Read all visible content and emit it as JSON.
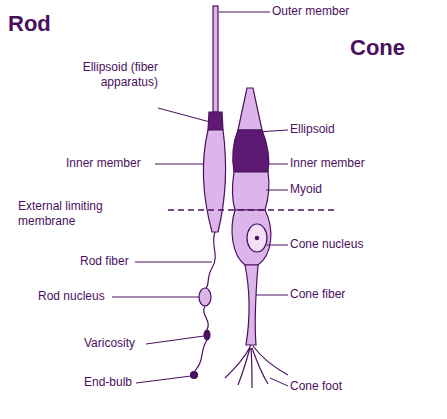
{
  "diagram": {
    "labels": [
      "Rod",
      "Outer member",
      "Ellipsoid (fiber apparatus)",
      "Cone",
      "Ellipsoid",
      "Inner member",
      "Inner member",
      "Myoid",
      "External limiting membrane",
      "Cone nucleus",
      "Rod fiber",
      "Cone fiber",
      "Rod nucleus",
      "Varicosity",
      "End-bulb",
      "Cone foot"
    ]
  }
}
